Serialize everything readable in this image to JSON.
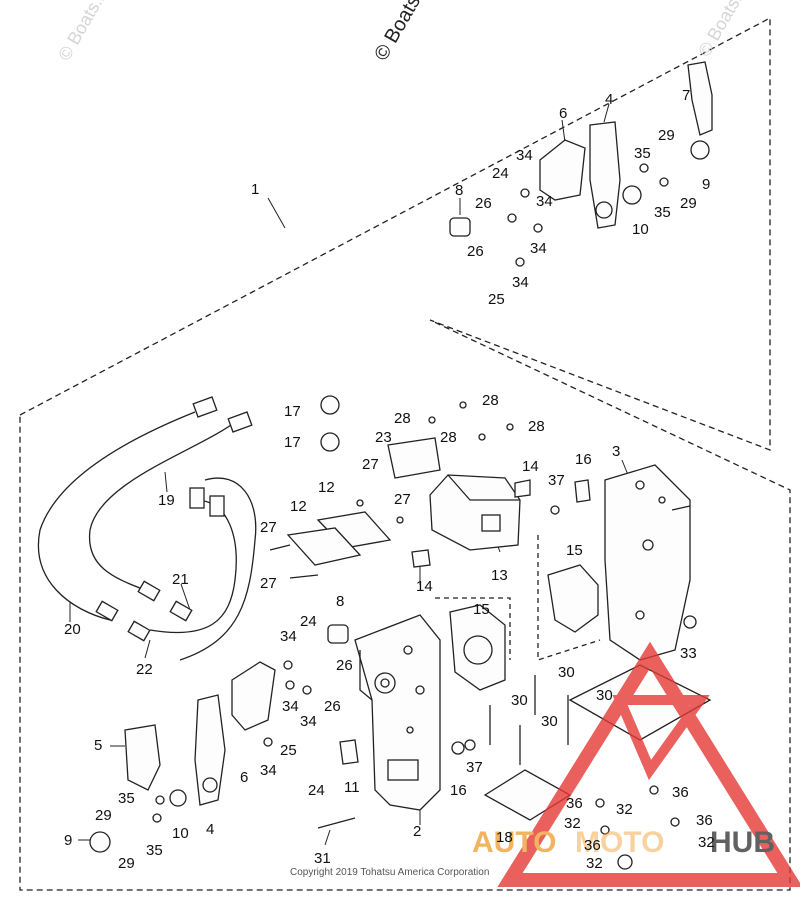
{
  "watermarks": {
    "top": "© Boats.net",
    "faint": "© Boats.net",
    "side": "© Boats.net"
  },
  "copyright": "Copyright 2019 Tohatsu America Corporation",
  "brand": {
    "auto": "AUTO",
    "moto": "MOTO",
    "hub": "HUB",
    "accent_color": "#f0a23a",
    "triangle_color": "#e53935"
  },
  "part_labels": [
    {
      "id": "1a",
      "text": "1"
    },
    {
      "id": "2a",
      "text": "2"
    },
    {
      "id": "3a",
      "text": "3"
    },
    {
      "id": "4a",
      "text": "4"
    },
    {
      "id": "4b",
      "text": "4"
    },
    {
      "id": "5a",
      "text": "5"
    },
    {
      "id": "6a",
      "text": "6"
    },
    {
      "id": "6b",
      "text": "6"
    },
    {
      "id": "7a",
      "text": "7"
    },
    {
      "id": "8a",
      "text": "8"
    },
    {
      "id": "8b",
      "text": "8"
    },
    {
      "id": "9a",
      "text": "9"
    },
    {
      "id": "9b",
      "text": "9"
    },
    {
      "id": "10a",
      "text": "10"
    },
    {
      "id": "10b",
      "text": "10"
    },
    {
      "id": "11a",
      "text": "11"
    },
    {
      "id": "12a",
      "text": "12"
    },
    {
      "id": "12b",
      "text": "12"
    },
    {
      "id": "13a",
      "text": "13"
    },
    {
      "id": "14a",
      "text": "14"
    },
    {
      "id": "14b",
      "text": "14"
    },
    {
      "id": "15a",
      "text": "15"
    },
    {
      "id": "15b",
      "text": "15"
    },
    {
      "id": "16a",
      "text": "16"
    },
    {
      "id": "16b",
      "text": "16"
    },
    {
      "id": "17a",
      "text": "17"
    },
    {
      "id": "17b",
      "text": "17"
    },
    {
      "id": "18a",
      "text": "18"
    },
    {
      "id": "19a",
      "text": "19"
    },
    {
      "id": "20a",
      "text": "20"
    },
    {
      "id": "21a",
      "text": "21"
    },
    {
      "id": "22a",
      "text": "22"
    },
    {
      "id": "23a",
      "text": "23"
    },
    {
      "id": "24a",
      "text": "24"
    },
    {
      "id": "24b",
      "text": "24"
    },
    {
      "id": "24c",
      "text": "24"
    },
    {
      "id": "25a",
      "text": "25"
    },
    {
      "id": "25b",
      "text": "25"
    },
    {
      "id": "26a",
      "text": "26"
    },
    {
      "id": "26b",
      "text": "26"
    },
    {
      "id": "26c",
      "text": "26"
    },
    {
      "id": "26d",
      "text": "26"
    },
    {
      "id": "27a",
      "text": "27"
    },
    {
      "id": "27b",
      "text": "27"
    },
    {
      "id": "27c",
      "text": "27"
    },
    {
      "id": "27d",
      "text": "27"
    },
    {
      "id": "28a",
      "text": "28"
    },
    {
      "id": "28b",
      "text": "28"
    },
    {
      "id": "28c",
      "text": "28"
    },
    {
      "id": "28d",
      "text": "28"
    },
    {
      "id": "29a",
      "text": "29"
    },
    {
      "id": "29b",
      "text": "29"
    },
    {
      "id": "29c",
      "text": "29"
    },
    {
      "id": "29d",
      "text": "29"
    },
    {
      "id": "30a",
      "text": "30"
    },
    {
      "id": "30b",
      "text": "30"
    },
    {
      "id": "30c",
      "text": "30"
    },
    {
      "id": "30d",
      "text": "30"
    },
    {
      "id": "31a",
      "text": "31"
    },
    {
      "id": "32a",
      "text": "32"
    },
    {
      "id": "32b",
      "text": "32"
    },
    {
      "id": "32c",
      "text": "32"
    },
    {
      "id": "32d",
      "text": "32"
    },
    {
      "id": "33a",
      "text": "33"
    },
    {
      "id": "34a",
      "text": "34"
    },
    {
      "id": "34b",
      "text": "34"
    },
    {
      "id": "34c",
      "text": "34"
    },
    {
      "id": "34d",
      "text": "34"
    },
    {
      "id": "34e",
      "text": "34"
    },
    {
      "id": "34f",
      "text": "34"
    },
    {
      "id": "34g",
      "text": "34"
    },
    {
      "id": "34h",
      "text": "34"
    },
    {
      "id": "35a",
      "text": "35"
    },
    {
      "id": "35b",
      "text": "35"
    },
    {
      "id": "35c",
      "text": "35"
    },
    {
      "id": "35d",
      "text": "35"
    },
    {
      "id": "36a",
      "text": "36"
    },
    {
      "id": "36b",
      "text": "36"
    },
    {
      "id": "36c",
      "text": "36"
    },
    {
      "id": "36d",
      "text": "36"
    },
    {
      "id": "37a",
      "text": "37"
    },
    {
      "id": "37b",
      "text": "37"
    }
  ]
}
